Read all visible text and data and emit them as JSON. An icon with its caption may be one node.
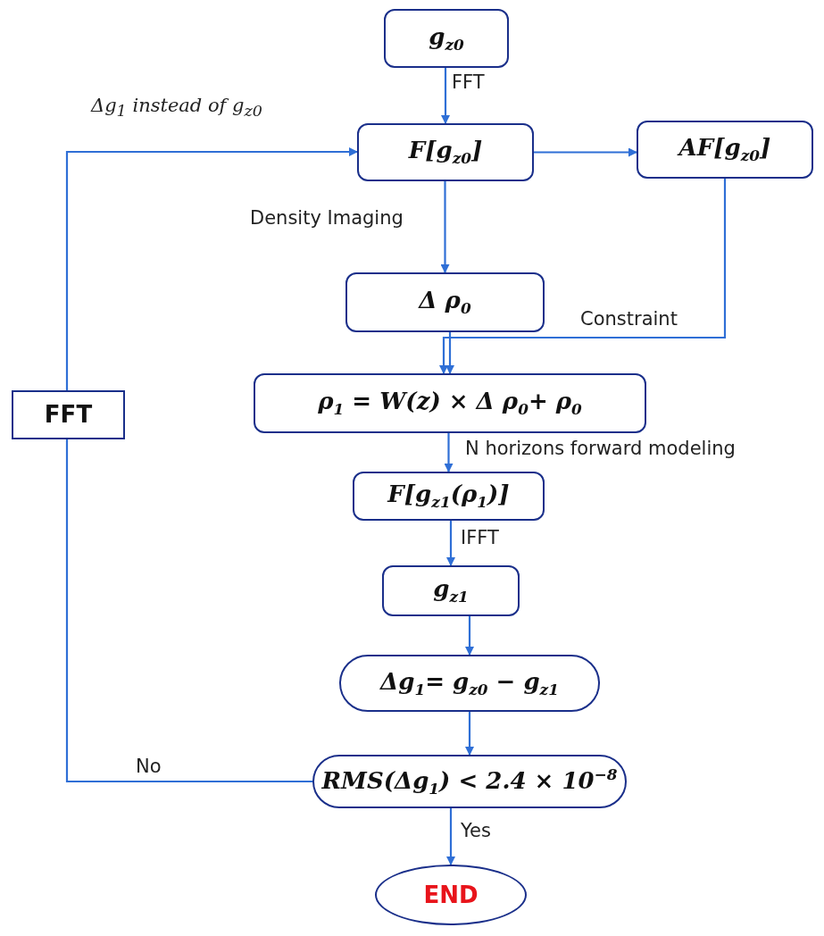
{
  "diagram": {
    "nodes": [
      {
        "text": [
          "g$_{z0}$"
        ]
      },
      {
        "text": [
          "F[g$_{z0}$]"
        ]
      },
      {
        "text": [
          "AF[g$_{z0}$]"
        ]
      },
      {
        "text": [
          "Δ ρ$_{0}$"
        ]
      },
      {
        "text": [
          "ρ$_{1}$ = W(z) × Δ ρ$_{0}$+ ρ$_{0}$"
        ]
      },
      {
        "text": [
          "F[g$_{z1}$(ρ$_{1}$)]"
        ]
      },
      {
        "text": [
          "g$_{z1}$"
        ]
      },
      {
        "text": [
          "Δg$_{1}$= g$_{z0}$ − g$_{z1}$"
        ]
      },
      {
        "text": [
          "RMS(Δg$_{1}$) < 2.4 × 10$^{−8}$"
        ]
      },
      {
        "text": [
          "END"
        ]
      },
      {
        "text": [
          "FFT"
        ]
      }
    ],
    "edges": [
      {
        "from": 0,
        "to": 1,
        "arrow": "to",
        "label": "FFT"
      },
      {
        "from": 1,
        "to": 2,
        "arrow": "to"
      },
      {
        "from": 1,
        "to": 3,
        "arrow": "to",
        "label": "Density Imaging"
      },
      {
        "from": 2,
        "to": 4,
        "arrow": "to",
        "label": "Constraint"
      },
      {
        "from": 3,
        "to": 4,
        "arrow": "to"
      },
      {
        "from": 4,
        "to": 5,
        "arrow": "to",
        "label": "N horizons forward modeling"
      },
      {
        "from": 5,
        "to": 6,
        "arrow": "to",
        "label": "IFFT"
      },
      {
        "from": 6,
        "to": 7,
        "arrow": "to"
      },
      {
        "from": 7,
        "to": 8,
        "arrow": "to"
      },
      {
        "from": 8,
        "to": 9,
        "arrow": "to",
        "label": "Yes"
      },
      {
        "from": 8,
        "to": 10,
        "arrow": "none",
        "label": "No"
      },
      {
        "from": 10,
        "to": 1,
        "arrow": "to",
        "label": "Δg$_{1}$ instead of g$_{z0}$"
      }
    ]
  }
}
